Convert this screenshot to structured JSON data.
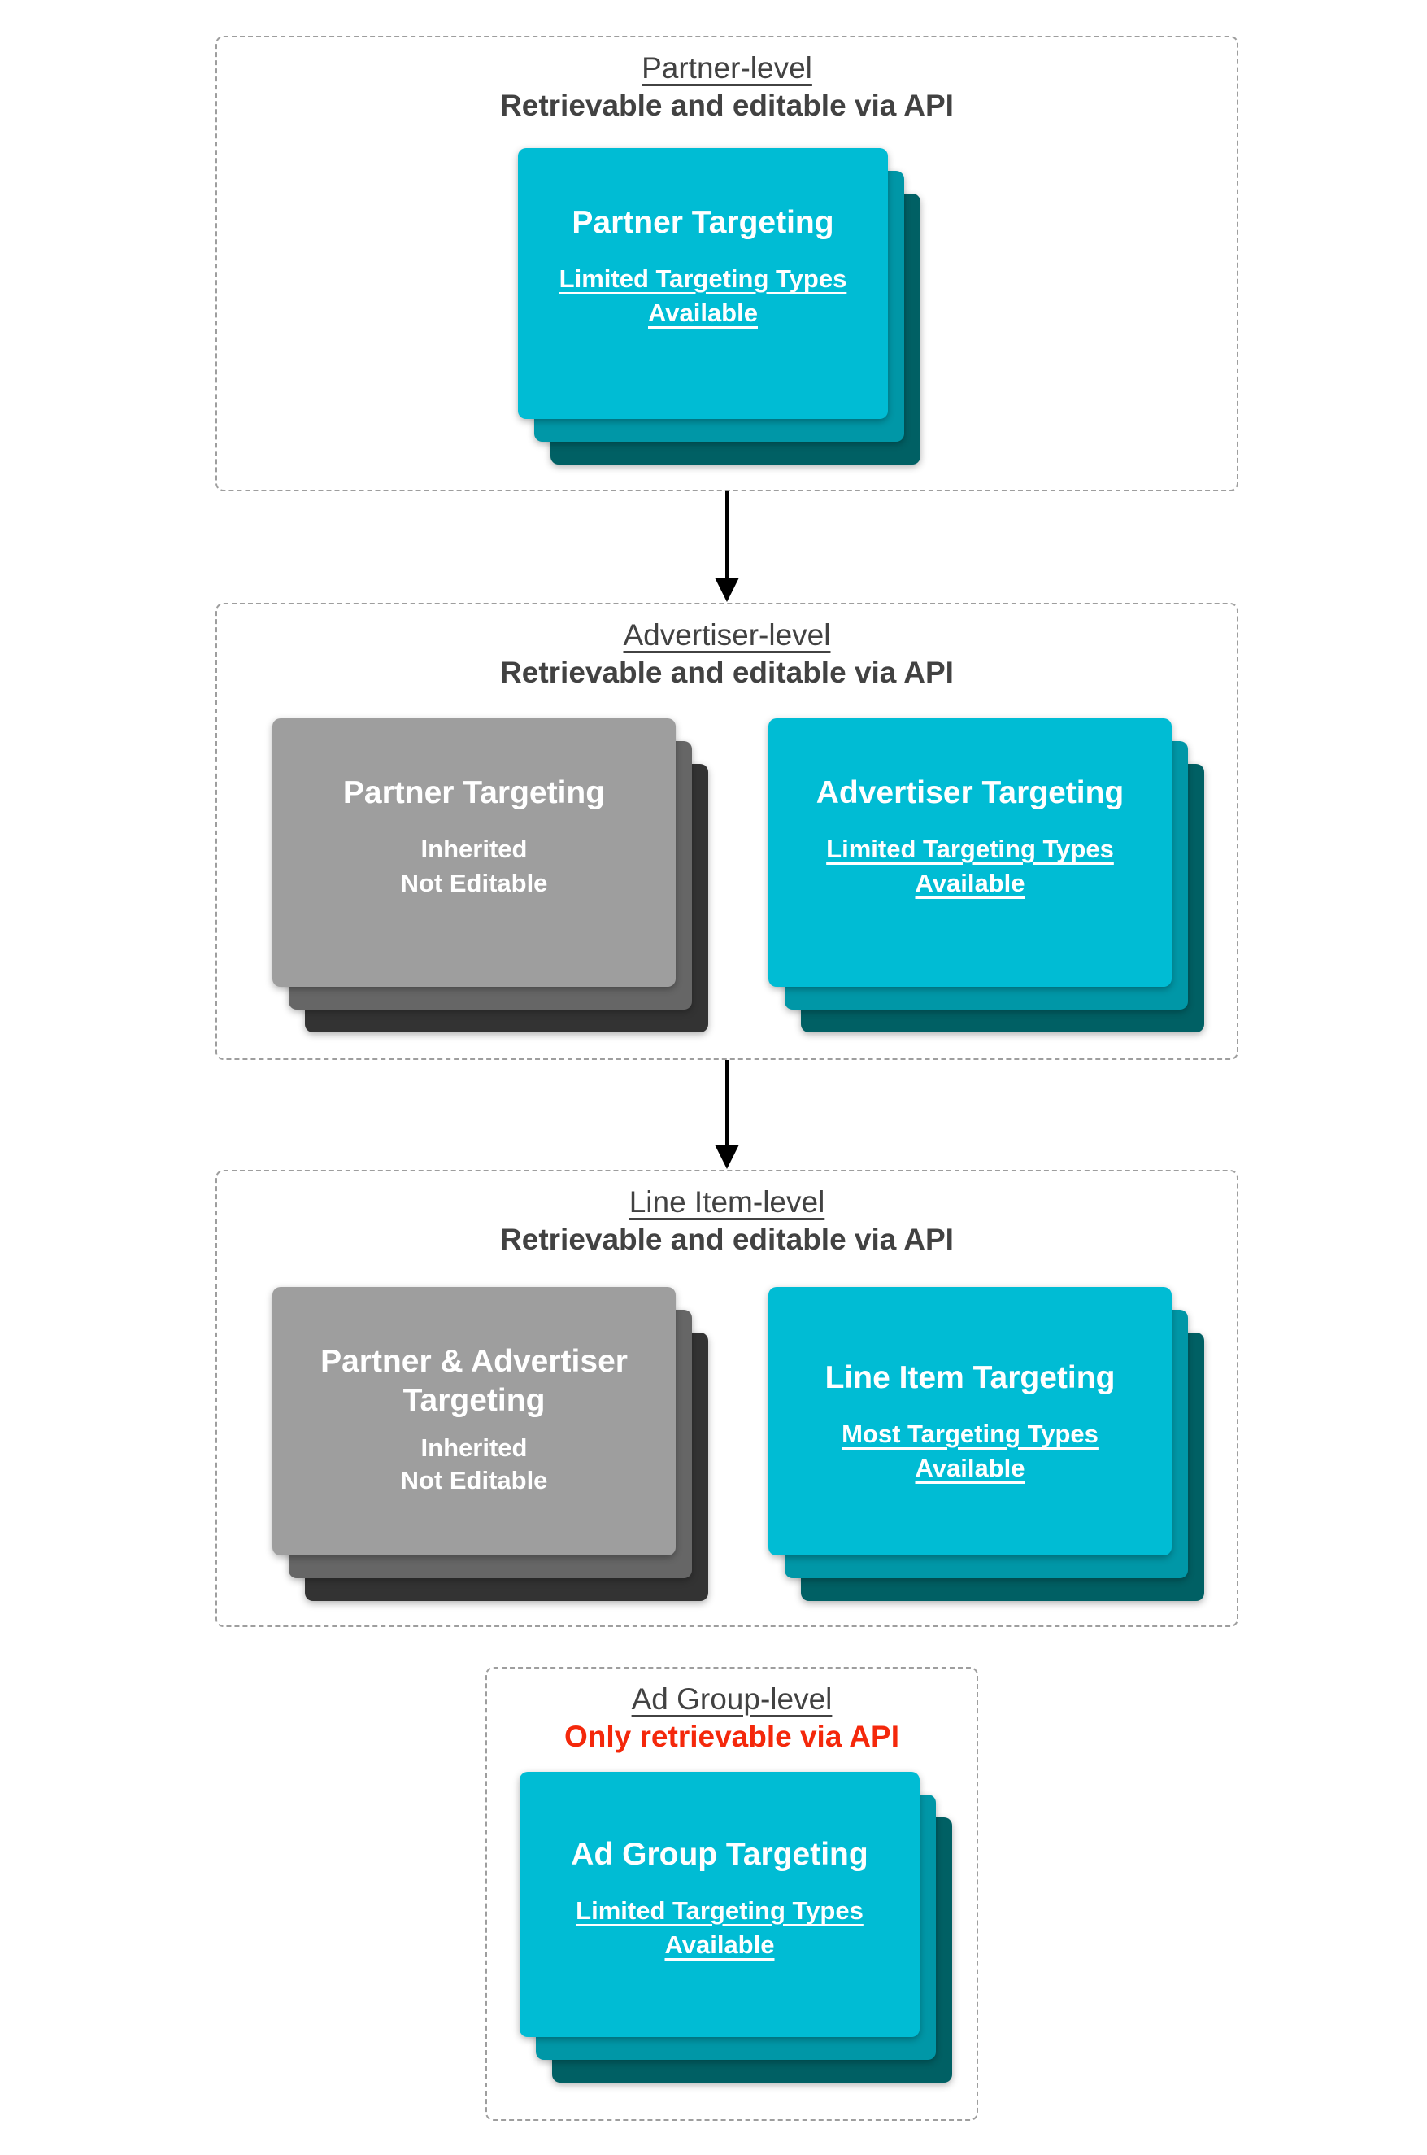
{
  "colors": {
    "teal-front": "#00bcd4",
    "teal-mid": "#0097a7",
    "teal-back": "#006064",
    "gray-front": "#9e9e9e",
    "gray-mid": "#666666",
    "gray-back": "#333333",
    "heading": "#424242",
    "alert-red": "#f4280b",
    "dash-border": "#9e9e9e",
    "arrow": "#000000"
  },
  "sections": [
    {
      "title": "Partner-level",
      "subtitle": "Retrievable and editable via API",
      "cards": [
        {
          "variant": "teal",
          "title": "Partner Targeting",
          "body_lines": [
            "Limited Targeting Types",
            "Available"
          ],
          "body_underline": true
        }
      ]
    },
    {
      "title": "Advertiser-level",
      "subtitle": "Retrievable and editable via API",
      "cards": [
        {
          "variant": "gray",
          "title": "Partner Targeting",
          "body_lines": [
            "Inherited",
            "Not Editable"
          ],
          "body_underline": false
        },
        {
          "variant": "teal",
          "title": "Advertiser Targeting",
          "body_lines": [
            "Limited Targeting Types",
            "Available"
          ],
          "body_underline": true
        }
      ]
    },
    {
      "title": "Line Item-level",
      "subtitle": "Retrievable and editable via API",
      "cards": [
        {
          "variant": "gray",
          "title": "Partner & Advertiser Targeting",
          "body_lines": [
            "Inherited",
            "Not Editable"
          ],
          "body_underline": false
        },
        {
          "variant": "teal",
          "title": "Line Item Targeting",
          "body_lines": [
            "Most Targeting Types",
            "Available"
          ],
          "body_underline": true
        }
      ]
    },
    {
      "title": "Ad Group-level",
      "subtitle": "Only retrievable via API",
      "subtitle_alert": true,
      "cards": [
        {
          "variant": "teal",
          "title": "Ad Group Targeting",
          "body_lines": [
            "Limited Targeting Types",
            "Available"
          ],
          "body_underline": true
        }
      ]
    }
  ]
}
